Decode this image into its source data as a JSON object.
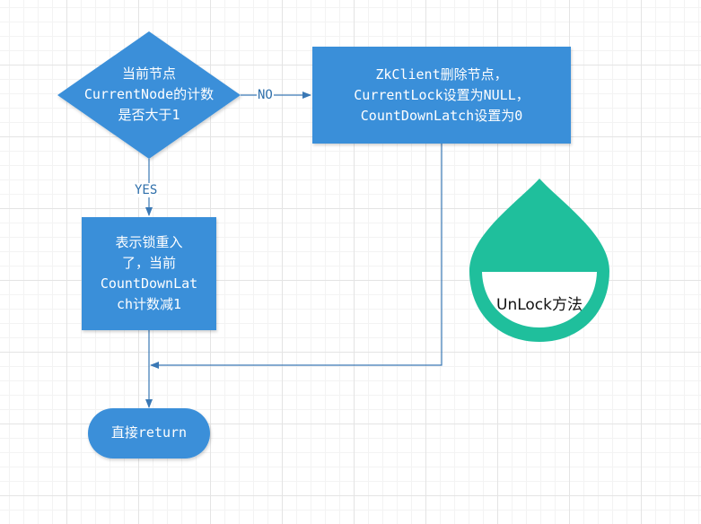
{
  "decision": {
    "lines": [
      "当前节点",
      "CurrentNode的计数",
      "是否大于1"
    ]
  },
  "edges": {
    "no_label": "NO",
    "yes_label": "YES"
  },
  "delete_node_box": {
    "lines": [
      "ZkClient删除节点，",
      "CurrentLock设置为NULL，",
      "CountDownLatch设置为0"
    ]
  },
  "reentrant_box": {
    "lines": [
      "表示锁重入",
      "了，当前",
      "CountDownLat",
      "ch计数减1"
    ]
  },
  "terminal": {
    "label": "直接return"
  },
  "legend_drop": {
    "label": "UnLock方法",
    "fill_color": "#1fbf9c"
  },
  "colors": {
    "shape_fill": "#3a8fd9",
    "connector": "#3a78b5",
    "text_on_shape": "#ffffff"
  }
}
